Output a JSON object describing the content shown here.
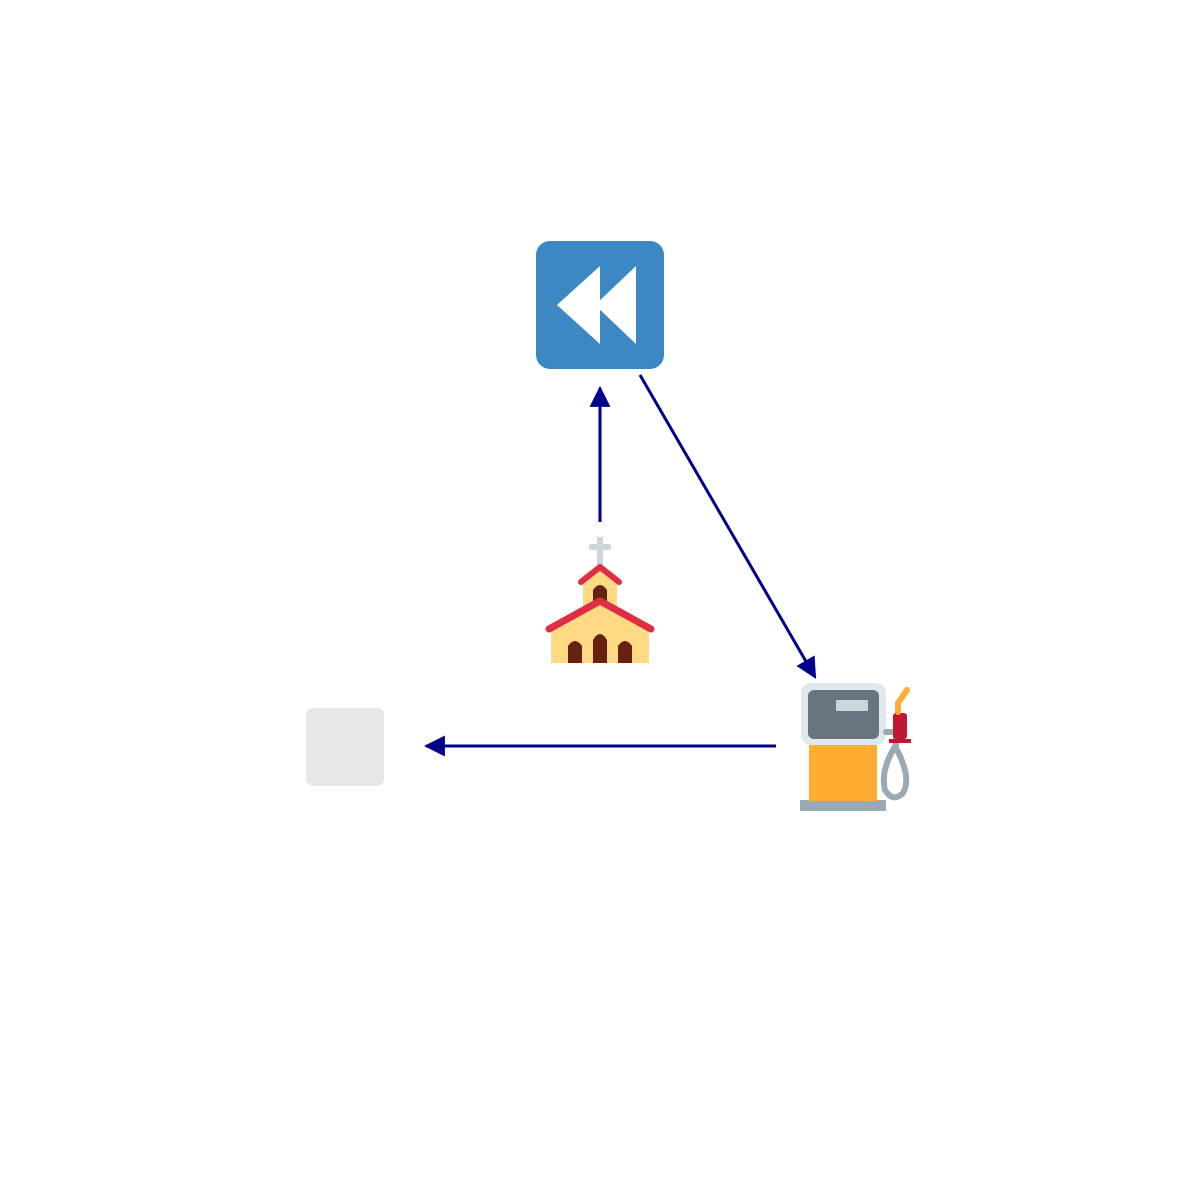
{
  "diagram": {
    "nodes": [
      {
        "id": "rewind",
        "icon": "fast-reverse-button-icon",
        "color": "#3B88C3"
      },
      {
        "id": "church",
        "icon": "church-icon",
        "color": "#FFD983"
      },
      {
        "id": "fuel",
        "icon": "fuel-pump-icon",
        "color": "#FFAC33"
      },
      {
        "id": "blank",
        "icon": "blank-tile-icon",
        "color": "#E6E7E8"
      }
    ],
    "edges": [
      {
        "from": "church",
        "to": "rewind"
      },
      {
        "from": "rewind",
        "to": "fuel"
      },
      {
        "from": "fuel",
        "to": "blank"
      }
    ],
    "colors": {
      "arrow": "#00008B",
      "background": "#FFFFFF"
    }
  }
}
